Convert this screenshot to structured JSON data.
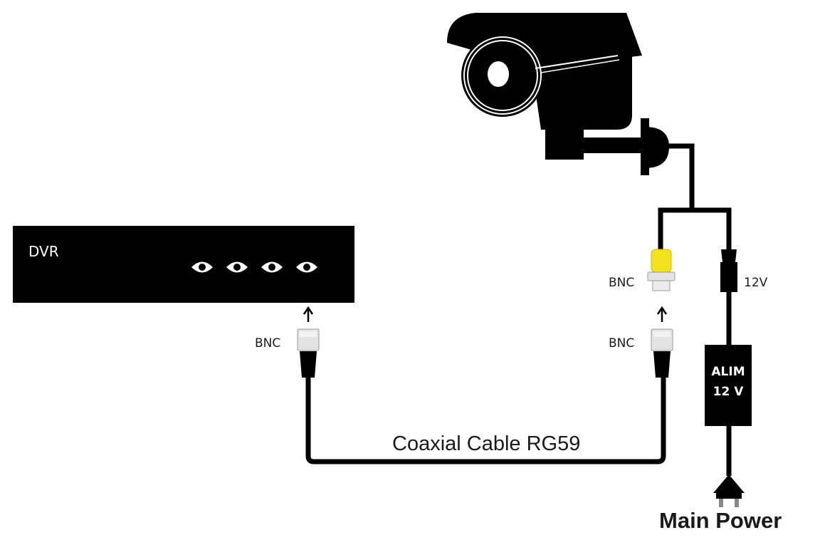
{
  "dvr": {
    "label": "DVR",
    "port_count": 4
  },
  "connectors": {
    "dvr_bnc": "BNC",
    "camera_bnc_top": "BNC",
    "camera_bnc_bottom": "BNC",
    "power_plug": "12V"
  },
  "power_supply": {
    "line1": "ALIM",
    "line2": "12 V"
  },
  "cable": {
    "label": "Coaxial Cable RG59"
  },
  "mains": {
    "label": "Main Power"
  },
  "colors": {
    "device": "#000000",
    "bnc_camera_connector": "#f2e21e",
    "bnc_body": "#e3e3e3",
    "background": "#ffffff"
  }
}
